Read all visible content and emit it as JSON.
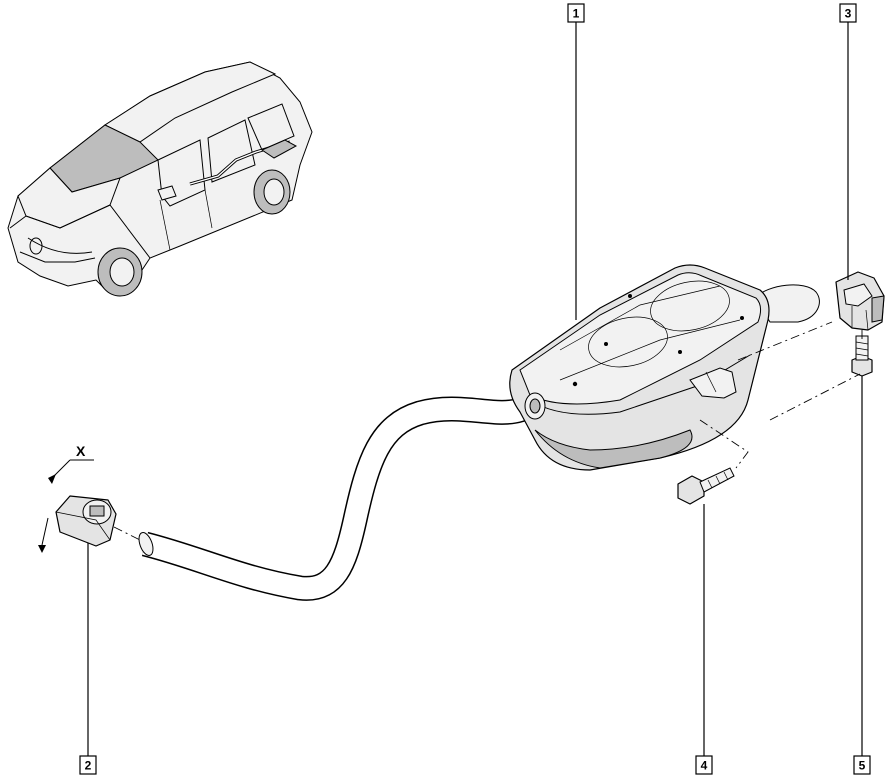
{
  "callouts": [
    {
      "id": "1",
      "label": "1"
    },
    {
      "id": "2",
      "label": "2"
    },
    {
      "id": "3",
      "label": "3"
    },
    {
      "id": "4",
      "label": "4"
    },
    {
      "id": "5",
      "label": "5"
    }
  ],
  "dimension_label": "X"
}
